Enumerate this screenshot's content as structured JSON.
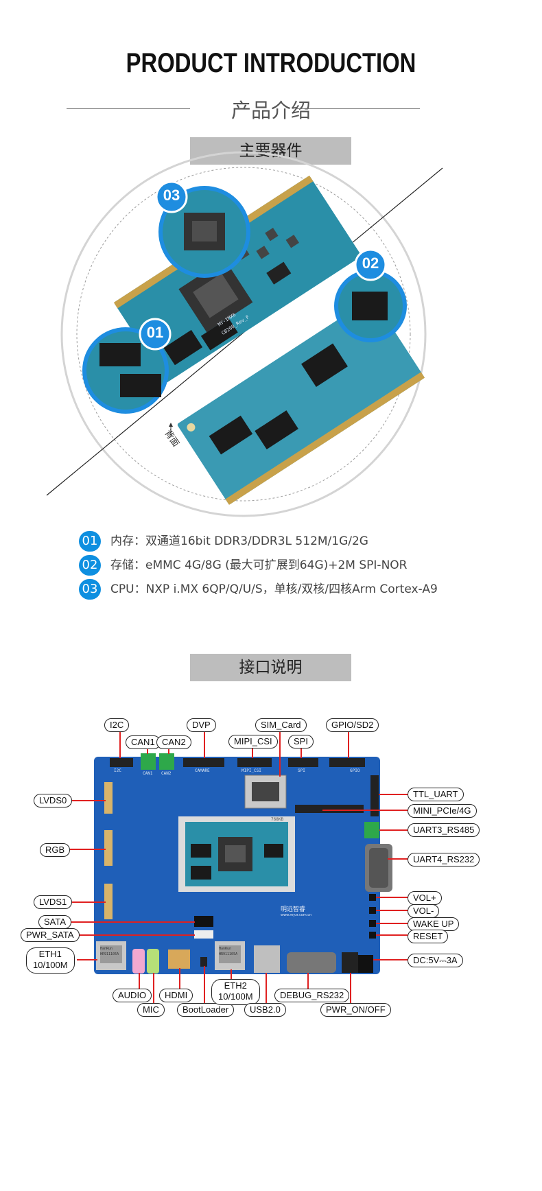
{
  "header": {
    "title_en": "PRODUCT INTRODUCTION",
    "title_cn": "产品介绍"
  },
  "section1": {
    "banner": "主要器件",
    "badges": [
      "03",
      "02",
      "01"
    ],
    "back_label": "背面",
    "pcb_silk": [
      "MY-IMX6",
      "CB200_Rev_F"
    ]
  },
  "features": [
    {
      "num": "01",
      "text": "内存：双通道16bit DDR3/DDR3L 512M/1G/2G"
    },
    {
      "num": "02",
      "text": "存储：eMMC 4G/8G (最大可扩展到64G)+2M SPI-NOR"
    },
    {
      "num": "03",
      "text": "CPU：NXP i.MX 6QP/Q/U/S，单核/双核/四核Arm Cortex-A9"
    }
  ],
  "section2": {
    "banner": "接口说明",
    "board_brand": "明远智睿",
    "board_url": "www.myzr.com.cn",
    "board_silk": {
      "i2c": "I2C",
      "can1": "CAN1",
      "can2": "CAN2",
      "camare": "CAMARE",
      "mipi": "MIPI_CSI",
      "spi": "SPI",
      "gpio": "GPIO",
      "module_code": "768KB",
      "ethchip": "HR911105A",
      "ethbrand": "HanRun"
    },
    "labels": {
      "i2c": "I2C",
      "dvp": "DVP",
      "sim_card": "SIM_Card",
      "gpio_sd2": "GPIO/SD2",
      "can1": "CAN1",
      "can2": "CAN2",
      "mipi_csi": "MIPI_CSI",
      "spi": "SPI",
      "lvds0": "LVDS0",
      "rgb": "RGB",
      "lvds1": "LVDS1",
      "sata": "SATA",
      "pwr_sata": "PWR_SATA",
      "eth1_a": "ETH1",
      "eth1_b": "10/100M",
      "audio": "AUDIO",
      "mic": "MIC",
      "hdmi": "HDMI",
      "bootloader": "BootLoader",
      "eth2_a": "ETH2",
      "eth2_b": "10/100M",
      "usb": "USB2.0",
      "debug": "DEBUG_RS232",
      "pwr_on": "PWR_ON/OFF",
      "ttl_uart": "TTL_UART",
      "mini_pcie": "MINI_PCIe/4G",
      "uart3": "UART3_RS485",
      "uart4": "UART4_RS232",
      "vol_plus": "VOL+",
      "vol_minus": "VOL-",
      "wake_up": "WAKE UP",
      "reset": "RESET",
      "dc": "DC:5V⎓3A"
    }
  },
  "colors": {
    "accent_blue": "#0e8fe0",
    "pcb_blue": "#1f5fb8",
    "module_teal": "#2a8fa8",
    "callout_red": "#e02020",
    "banner_gray": "#bdbdbd"
  }
}
